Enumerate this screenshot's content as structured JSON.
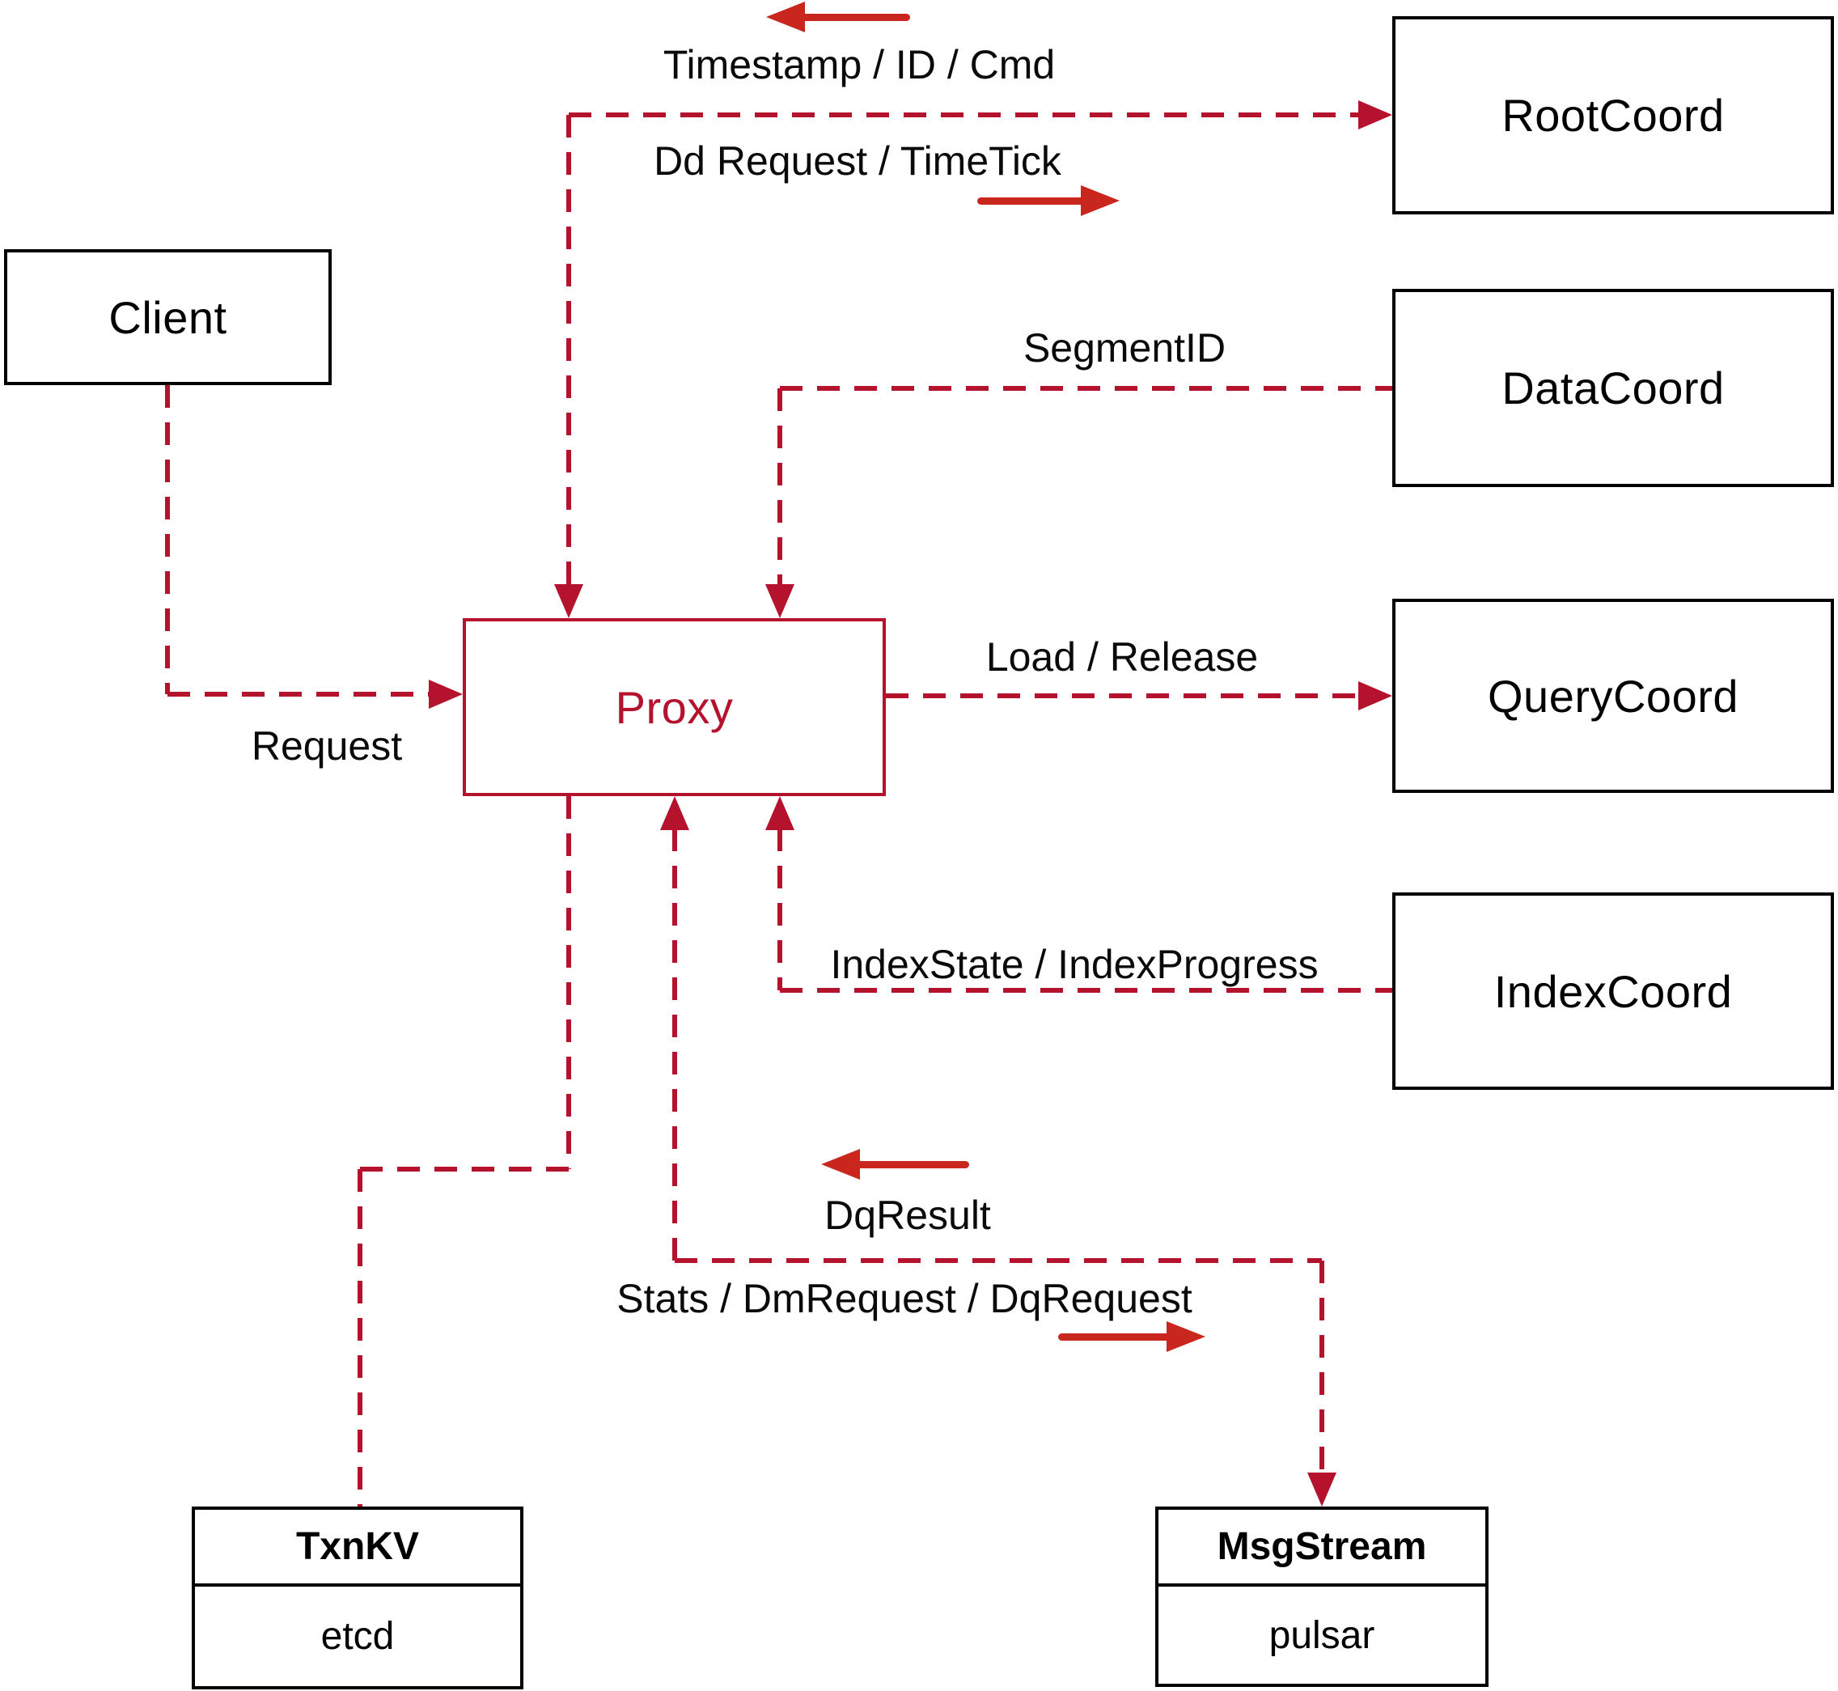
{
  "nodes": {
    "client": {
      "label": "Client"
    },
    "rootcoord": {
      "label": "RootCoord"
    },
    "datacoord": {
      "label": "DataCoord"
    },
    "querycoord": {
      "label": "QueryCoord"
    },
    "indexcoord": {
      "label": "IndexCoord"
    },
    "proxy": {
      "label": "Proxy"
    },
    "txnkv": {
      "title": "TxnKV",
      "impl": "etcd"
    },
    "msgstream": {
      "title": "MsgStream",
      "impl": "pulsar"
    }
  },
  "edge_labels": {
    "timestamp": "Timestamp / ID / Cmd",
    "dd_request": "Dd Request / TimeTick",
    "segment_id": "SegmentID",
    "request": "Request",
    "load_release": "Load / Release",
    "index_state": "IndexState / IndexProgress",
    "dq_result": "DqResult",
    "stats": "Stats / DmRequest / DqRequest"
  },
  "colors": {
    "dashed_line": "#b5122e",
    "solid_arrow": "#c9271e",
    "proxy_accent": "#b5122e",
    "node_border": "#000000"
  }
}
